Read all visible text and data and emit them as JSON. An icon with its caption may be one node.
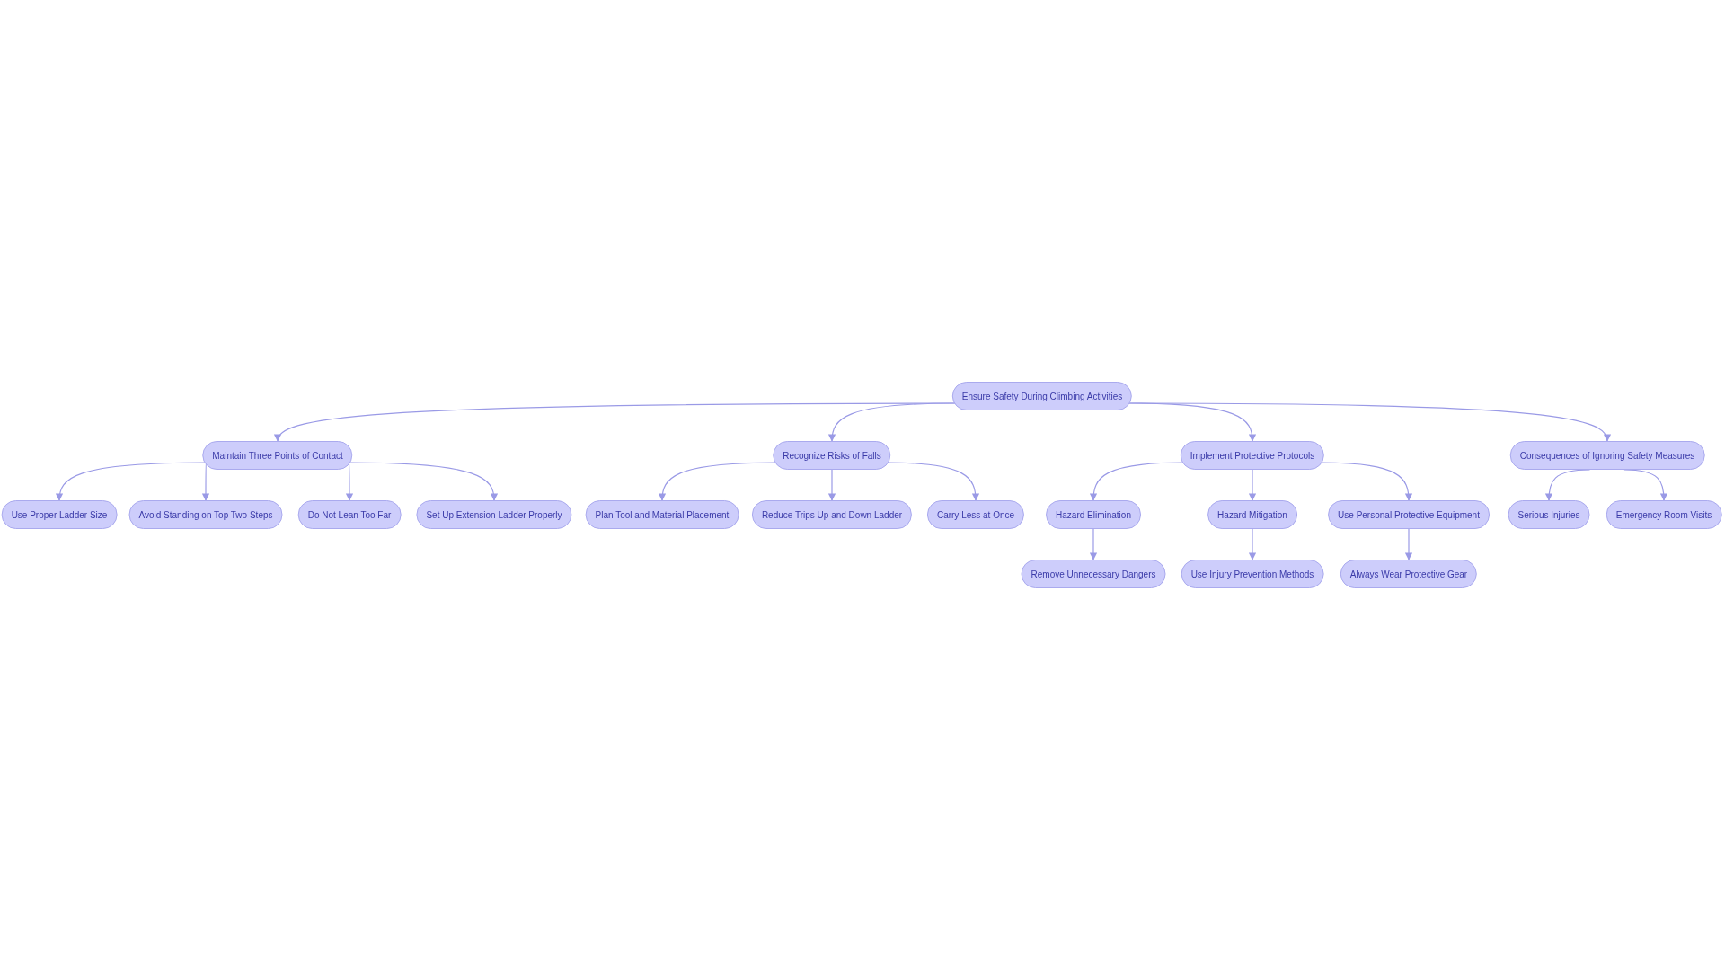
{
  "diagram": {
    "nodes": [
      {
        "text": [
          "Ensure Safety During Climbing Activities"
        ]
      },
      {
        "text": [
          "Maintain Three Points of Contact"
        ]
      },
      {
        "text": [
          "Recognize Risks of Falls"
        ]
      },
      {
        "text": [
          "Implement Protective Protocols"
        ]
      },
      {
        "text": [
          "Consequences of Ignoring Safety Measures"
        ]
      },
      {
        "text": [
          "Use Proper Ladder Size"
        ]
      },
      {
        "text": [
          "Avoid Standing on Top Two Steps"
        ]
      },
      {
        "text": [
          "Do Not Lean Too Far"
        ]
      },
      {
        "text": [
          "Set Up Extension Ladder Properly"
        ]
      },
      {
        "text": [
          "Plan Tool and Material Placement"
        ]
      },
      {
        "text": [
          "Reduce Trips Up and Down Ladder"
        ]
      },
      {
        "text": [
          "Carry Less at Once"
        ]
      },
      {
        "text": [
          "Hazard Elimination"
        ]
      },
      {
        "text": [
          "Hazard Mitigation"
        ]
      },
      {
        "text": [
          "Use Personal Protective Equipment"
        ]
      },
      {
        "text": [
          "Serious Injuries"
        ]
      },
      {
        "text": [
          "Emergency Room Visits"
        ]
      },
      {
        "text": [
          "Remove Unnecessary Dangers"
        ]
      },
      {
        "text": [
          "Use Injury Prevention Methods"
        ]
      },
      {
        "text": [
          "Always Wear Protective Gear"
        ]
      }
    ],
    "edges": [
      {
        "from": 0,
        "to": 1,
        "arrow": "to"
      },
      {
        "from": 0,
        "to": 2,
        "arrow": "to"
      },
      {
        "from": 0,
        "to": 3,
        "arrow": "to"
      },
      {
        "from": 0,
        "to": 4,
        "arrow": "to"
      },
      {
        "from": 1,
        "to": 5,
        "arrow": "to"
      },
      {
        "from": 1,
        "to": 6,
        "arrow": "to"
      },
      {
        "from": 1,
        "to": 7,
        "arrow": "to"
      },
      {
        "from": 1,
        "to": 8,
        "arrow": "to"
      },
      {
        "from": 2,
        "to": 9,
        "arrow": "to"
      },
      {
        "from": 2,
        "to": 10,
        "arrow": "to"
      },
      {
        "from": 2,
        "to": 11,
        "arrow": "to"
      },
      {
        "from": 3,
        "to": 12,
        "arrow": "to"
      },
      {
        "from": 3,
        "to": 13,
        "arrow": "to"
      },
      {
        "from": 3,
        "to": 14,
        "arrow": "to"
      },
      {
        "from": 4,
        "to": 15,
        "arrow": "to"
      },
      {
        "from": 4,
        "to": 16,
        "arrow": "to"
      },
      {
        "from": 12,
        "to": 17,
        "arrow": "to"
      },
      {
        "from": 13,
        "to": 18,
        "arrow": "to"
      },
      {
        "from": 14,
        "to": 19,
        "arrow": "to"
      }
    ]
  }
}
